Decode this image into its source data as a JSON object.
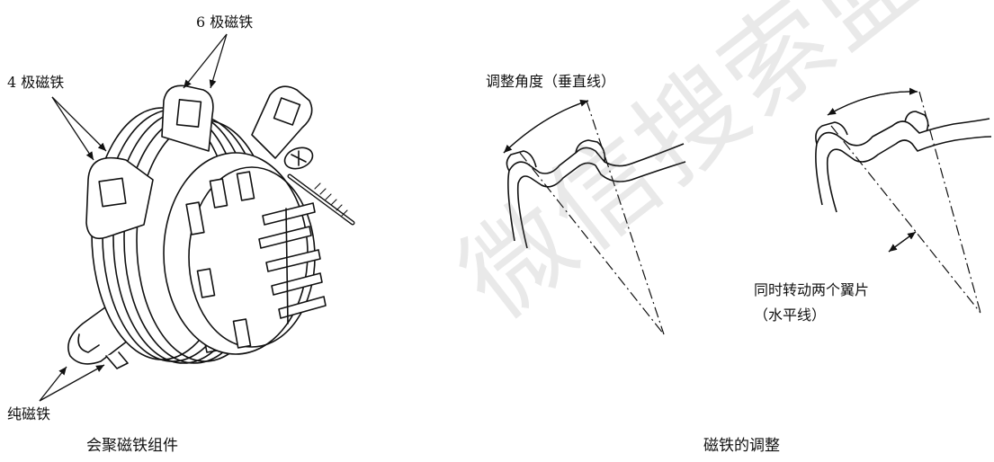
{
  "watermark": "微信搜索蓝领",
  "labels": {
    "six_pole": "6 极磁铁",
    "four_pole": "4 极磁铁",
    "purity": "纯磁铁",
    "adjust_angle": "调整角度（垂直线）",
    "rotate_both_line1": "同时转动两个翼片",
    "rotate_both_line2": "（水平线）"
  },
  "captions": {
    "left": "会聚磁铁组件",
    "right": "磁铁的调整"
  }
}
